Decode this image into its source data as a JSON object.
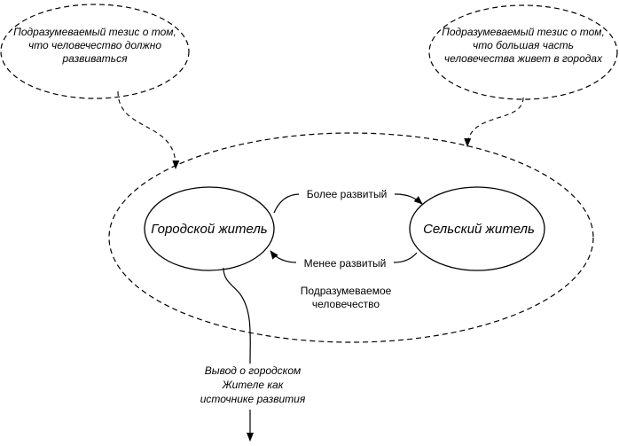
{
  "premises": {
    "left": {
      "line1": "Подразумеваемый тезис о том,",
      "line2": "что человечество должно",
      "line3": "развиваться"
    },
    "right": {
      "line1": "Подразумеваемый тезис о том,",
      "line2": "что большая часть",
      "line3": "человечества живет в городах"
    }
  },
  "nodes": {
    "city_resident": "Городской житель",
    "rural_resident": "Сельский житель"
  },
  "relations": {
    "more_developed": "Более развитый",
    "less_developed": "Менее развитый"
  },
  "humanity": {
    "line1": "Подразумеваемое",
    "line2": "человечество"
  },
  "conclusion": {
    "line1": "Вывод о городском",
    "line2": "Жителе как",
    "line3": "источнике развития"
  }
}
